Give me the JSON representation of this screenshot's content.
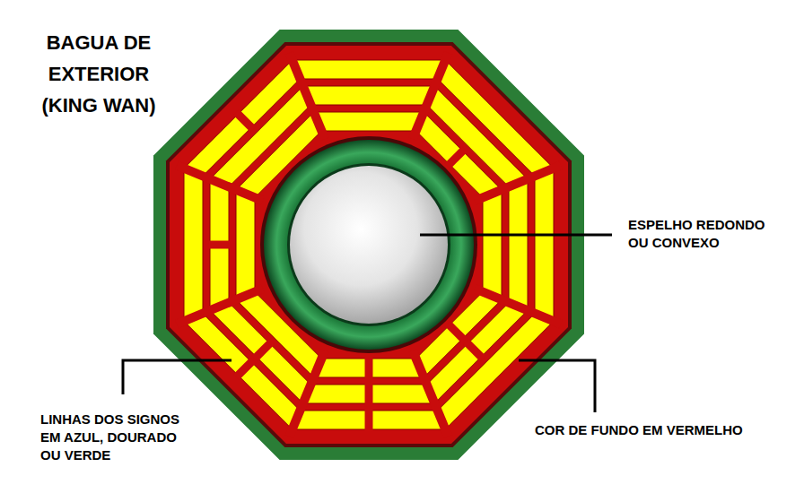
{
  "diagram": {
    "title": "BAGUA DE EXTERIOR (KING WAN)",
    "labels": [
      "ESPELHO REDONDO OU CONVEXO",
      "LINHAS DOS SIGNOS EM AZUL, DOURADO OU VERDE",
      "COR DE FUNDO EM VERMELHO"
    ]
  }
}
